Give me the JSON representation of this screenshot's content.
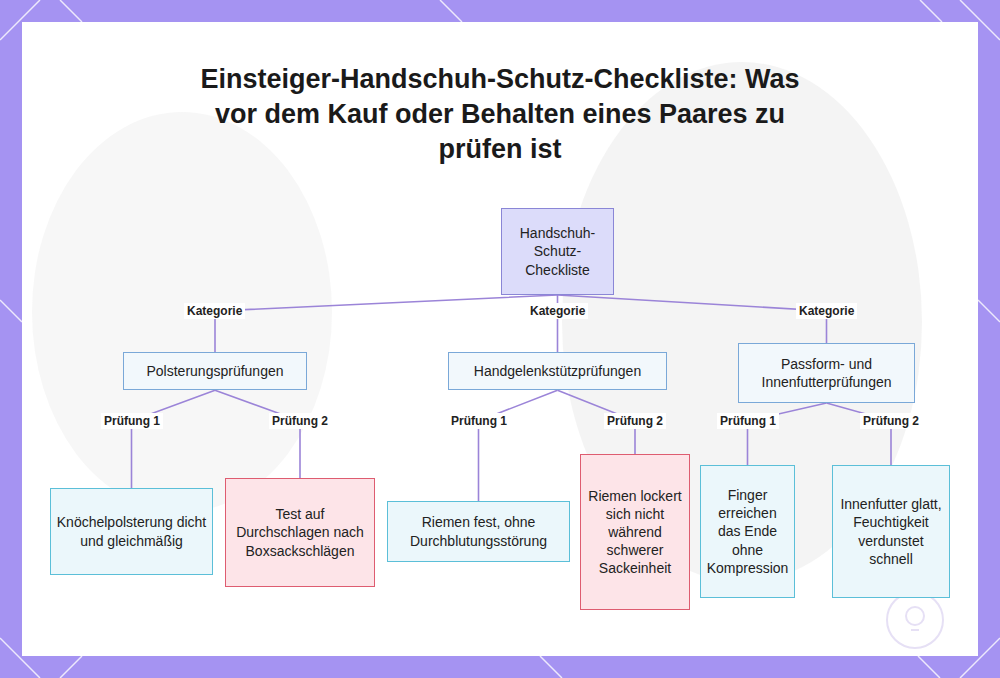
{
  "diagram": {
    "title": "Einsteiger-Handschuh-Schutz-Checkliste: Was vor dem Kauf oder Behalten eines Paares zu prüfen ist",
    "nodes": [
      {
        "text": [
          "Handschuh-Schutz-Checkliste"
        ]
      },
      {
        "text": [
          "Polsterungsprüfungen"
        ]
      },
      {
        "text": [
          "Handgelenkstützprüfungen"
        ]
      },
      {
        "text": [
          "Passform- und Innenfutterprüfungen"
        ]
      },
      {
        "text": [
          "Knöchelpolsterung dicht und gleichmäßig"
        ]
      },
      {
        "text": [
          "Test auf Durchschlagen nach Boxsackschlägen"
        ]
      },
      {
        "text": [
          "Riemen fest, ohne Durchblutungsstörung"
        ]
      },
      {
        "text": [
          "Riemen lockert sich nicht während schwerer Sackeinheit"
        ]
      },
      {
        "text": [
          "Finger erreichen das Ende ohne Kompression"
        ]
      },
      {
        "text": [
          "Innenfutter glatt, Feuchtigkeit verdunstet schnell"
        ]
      }
    ],
    "edges": [
      {
        "from": 0,
        "to": 1,
        "arrow": "none",
        "label": "Kategorie"
      },
      {
        "from": 0,
        "to": 2,
        "arrow": "none",
        "label": "Kategorie"
      },
      {
        "from": 0,
        "to": 3,
        "arrow": "none",
        "label": "Kategorie"
      },
      {
        "from": 1,
        "to": 4,
        "arrow": "none",
        "label": "Prüfung 1"
      },
      {
        "from": 1,
        "to": 5,
        "arrow": "none",
        "label": "Prüfung 2"
      },
      {
        "from": 2,
        "to": 6,
        "arrow": "none",
        "label": "Prüfung 1"
      },
      {
        "from": 2,
        "to": 7,
        "arrow": "none",
        "label": "Prüfung 2"
      },
      {
        "from": 3,
        "to": 8,
        "arrow": "none",
        "label": "Prüfung 1"
      },
      {
        "from": 3,
        "to": 9,
        "arrow": "none",
        "label": "Prüfung 2"
      }
    ]
  }
}
